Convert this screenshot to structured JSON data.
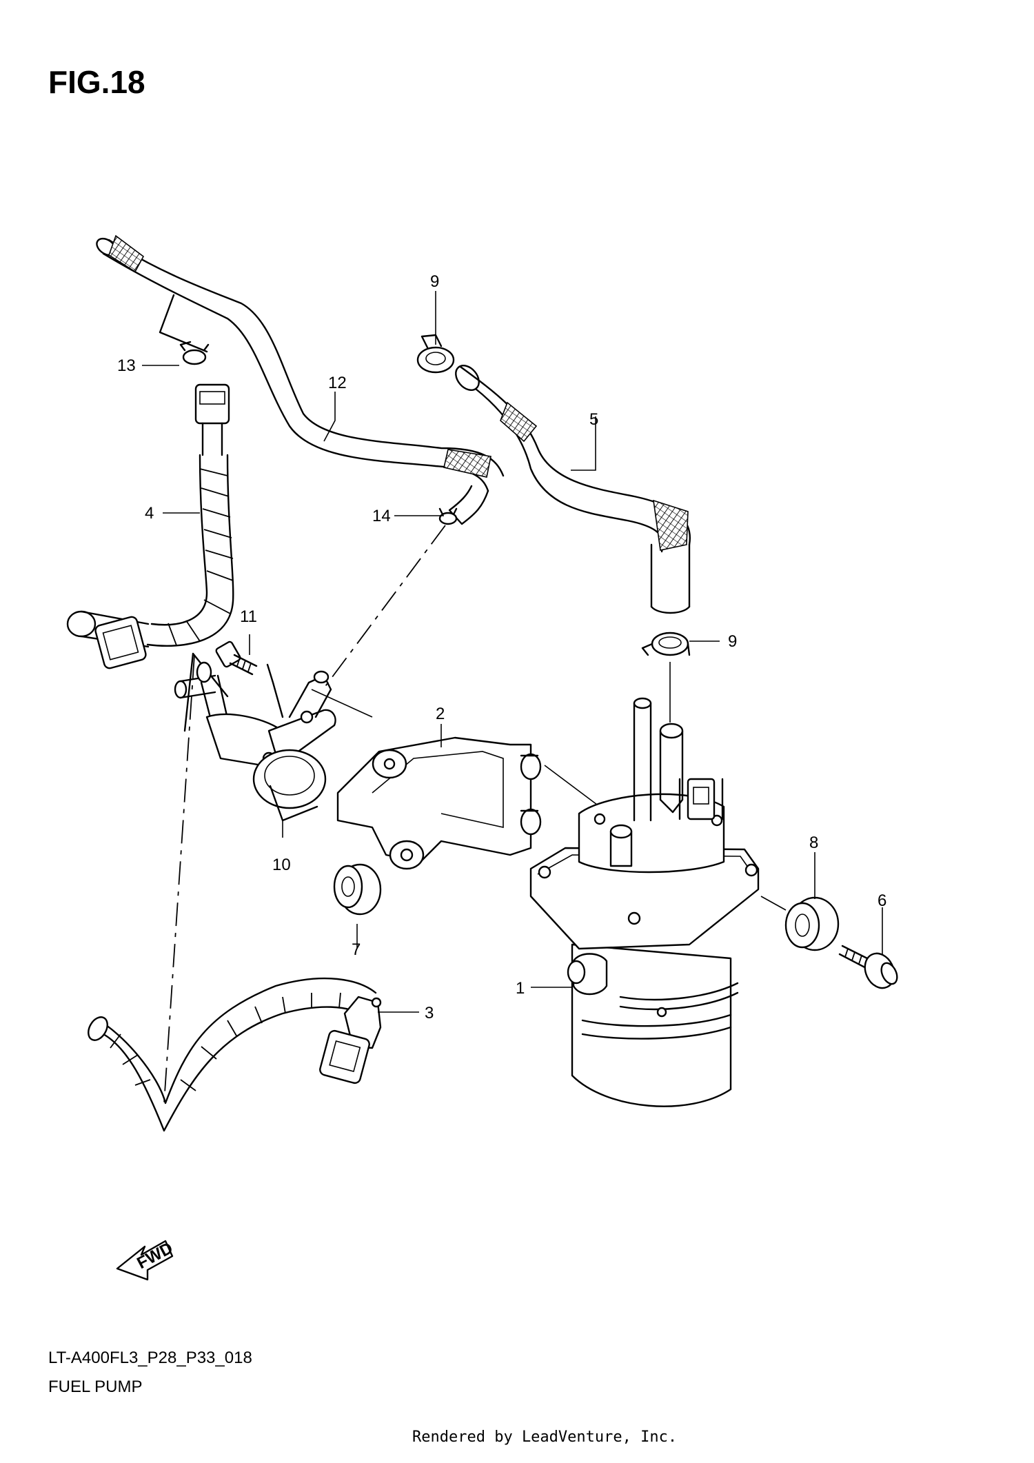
{
  "figure": {
    "title": "FIG.18",
    "reference_code": "LT-A400FL3_P28_P33_018",
    "section_title": "FUEL PUMP",
    "render_credit": "Rendered by LeadVenture, Inc.",
    "direction_marker": "FWD"
  },
  "callouts": [
    {
      "id": "1",
      "label": "1"
    },
    {
      "id": "2",
      "label": "2"
    },
    {
      "id": "3",
      "label": "3"
    },
    {
      "id": "4",
      "label": "4"
    },
    {
      "id": "5",
      "label": "5"
    },
    {
      "id": "6",
      "label": "6"
    },
    {
      "id": "7",
      "label": "7"
    },
    {
      "id": "8",
      "label": "8"
    },
    {
      "id": "9a",
      "label": "9"
    },
    {
      "id": "9b",
      "label": "9"
    },
    {
      "id": "10",
      "label": "10"
    },
    {
      "id": "11",
      "label": "11"
    },
    {
      "id": "12",
      "label": "12"
    },
    {
      "id": "13",
      "label": "13"
    },
    {
      "id": "14",
      "label": "14"
    }
  ]
}
